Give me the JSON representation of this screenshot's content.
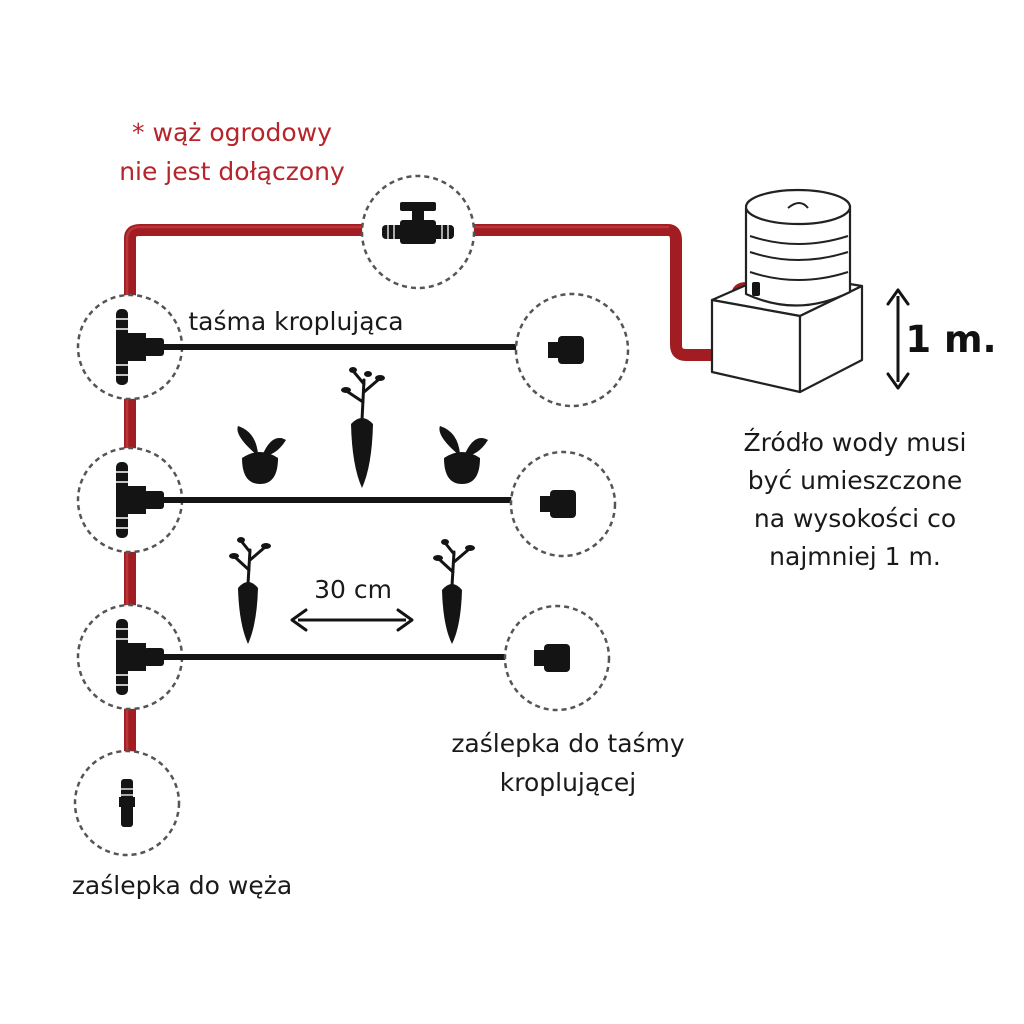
{
  "colors": {
    "hose": "#a11d22",
    "hose_highlight": "#c9464a",
    "note_text": "#b5252b",
    "ink": "#141414"
  },
  "labels": {
    "hose_note_line1": "* wąż ogrodowy",
    "hose_note_line2": "nie jest dołączony",
    "drip_tape": "taśma kroplująca",
    "spacing": "30 cm",
    "tape_cap_line1": "zaślepka do taśmy",
    "tape_cap_line2": "kroplującej",
    "hose_cap": "zaślepka do węża",
    "height": "1 m.",
    "source_line1": "Źródło wody musi",
    "source_line2": "być umieszczone",
    "source_line3": "na wysokości co",
    "source_line4": "najmniej 1 m."
  },
  "icons": {
    "valve": "valve-icon",
    "connector": "drip-tape-connector-icon",
    "tape_end_cap": "tape-end-cap-icon",
    "hose_end_cap": "hose-end-cap-icon",
    "water_tank": "water-tank-icon",
    "sprout": "sprout-icon",
    "seedling": "seedling-icon",
    "double_arrow": "double-arrow-icon"
  }
}
